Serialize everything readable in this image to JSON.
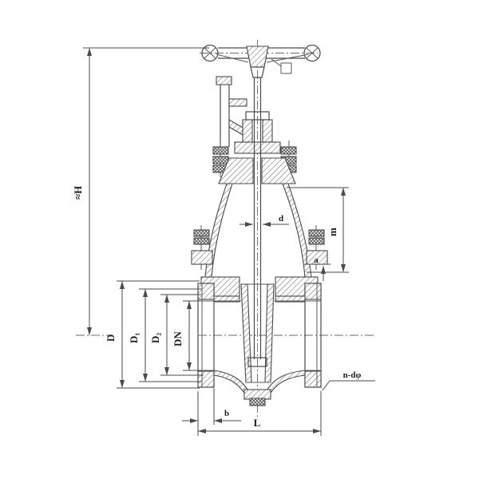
{
  "drawing": {
    "colors": {
      "background": "#ffffff",
      "line": "#4a4a4a",
      "hatch": "#6a6a6a",
      "text": "#1c1c1c"
    },
    "labels": {
      "overall_height": "≈H",
      "stem_diameter": "d",
      "travel": "m",
      "clearance": "a",
      "flange_od": "D",
      "bolt_circle": "D₁",
      "raised_face": "D₂",
      "nominal_bore": "DN",
      "flange_thickness": "b",
      "face_to_face": "L",
      "bolt_holes": "n-dφ"
    }
  }
}
